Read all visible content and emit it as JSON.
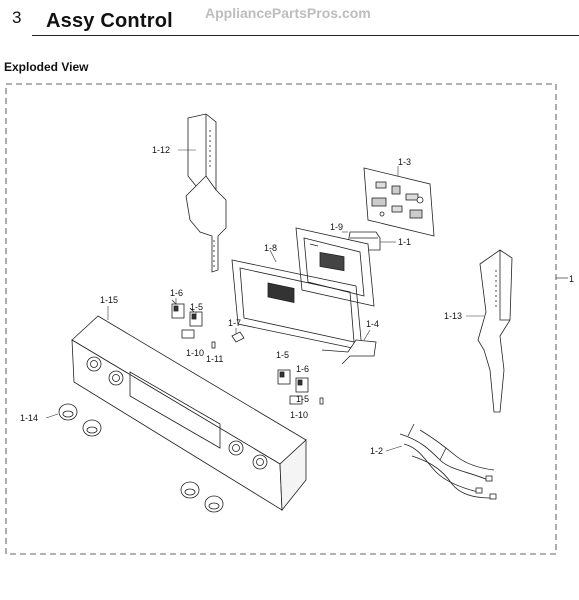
{
  "header": {
    "page_number": "3",
    "title": "Assy Control",
    "watermark": "AppliancePartsPros.com"
  },
  "section": {
    "label": "Exploded View"
  },
  "callouts": {
    "c1": "1",
    "c1_1": "1-1",
    "c1_2": "1-2",
    "c1_3": "1-3",
    "c1_4": "1-4",
    "c1_5a": "1-5",
    "c1_5b": "1-5",
    "c1_6a": "1-6",
    "c1_6b": "1-6",
    "c1_7": "1-7",
    "c1_8": "1-8",
    "c1_9": "1-9",
    "c1_10a": "1-10",
    "c1_10b": "1-10",
    "c1_11": "1-11",
    "c1_12": "1-12",
    "c1_13": "1-13",
    "c1_14": "1-14",
    "c1_15": "1-15"
  }
}
